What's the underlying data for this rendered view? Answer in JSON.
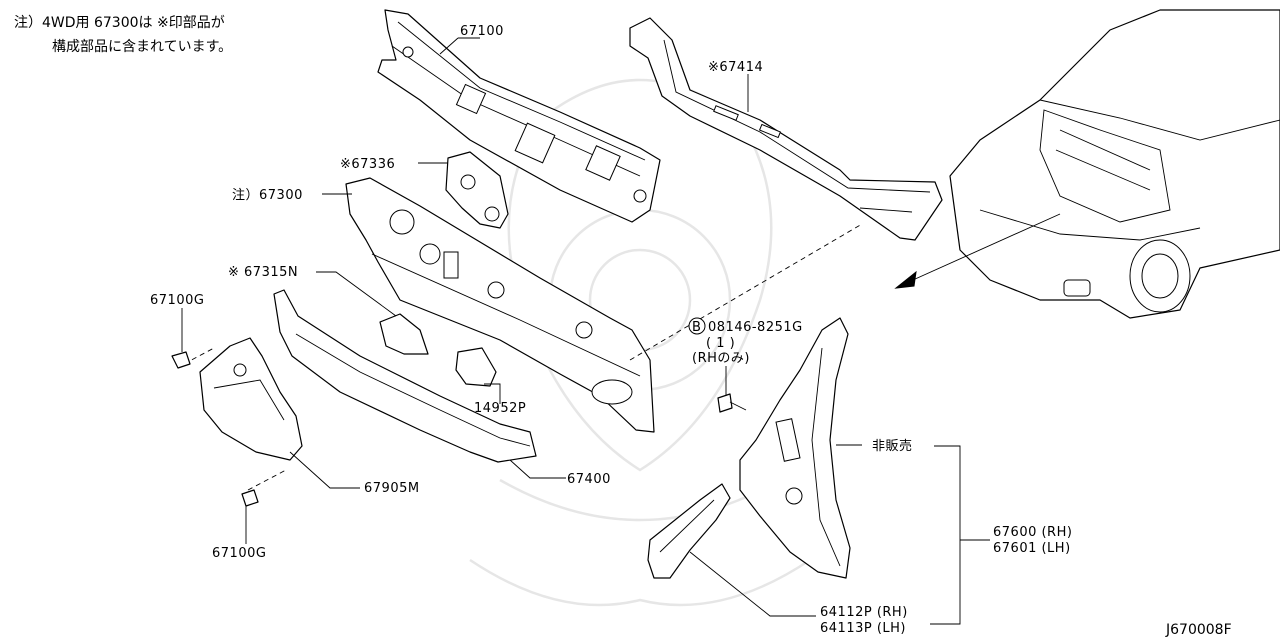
{
  "note": {
    "line1": "注）4WD用 67300は ※印部品が",
    "line2": "構成部品に含まれています。"
  },
  "labels": {
    "p67100": "67100",
    "p67414": "※67414",
    "p67336": "※67336",
    "p67300": "注）67300",
    "p67315n": "※ 67315N",
    "p67100g_top": "67100G",
    "p14952p": "14952P",
    "p67400": "67400",
    "p67905m": "67905M",
    "p67100g_bottom": "67100G",
    "bolt_number": "08146-8251G",
    "bolt_symbol": "B",
    "bolt_qty": "( 1 )",
    "bolt_side": "(RHのみ)",
    "not_for_sale": "非販売",
    "p67600": "67600 (RH)",
    "p67601": "67601 (LH)",
    "p64112p": "64112P (RH)",
    "p64113p": "64113P (LH)",
    "diagram_code": "J670008F"
  }
}
